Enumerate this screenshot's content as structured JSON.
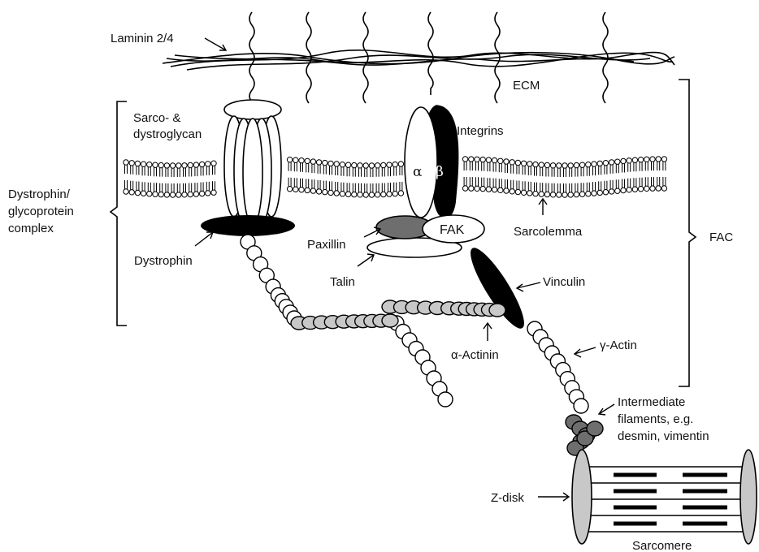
{
  "labels": {
    "laminin": "Laminin 2/4",
    "ecm": "ECM",
    "sarco_line1": "Sarco- &",
    "sarco_line2": "dystroglycan",
    "integrins": "Integrins",
    "alpha": "α",
    "beta": "β",
    "dgc_line1": "Dystrophin/",
    "dgc_line2": "glycoprotein",
    "dgc_line3": "complex",
    "dystrophin": "Dystrophin",
    "paxillin": "Paxillin",
    "fak": "FAK",
    "talin": "Talin",
    "sarcolemma": "Sarcolemma",
    "fac": "FAC",
    "vinculin": "Vinculin",
    "alpha_actinin": "α-Actinin",
    "gamma_actin": "γ-Actin",
    "if_line1": "Intermediate",
    "if_line2": "filaments, e.g.",
    "if_line3": "desmin, vimentin",
    "zdisk": "Z-disk",
    "sarcomere": "Sarcomere"
  },
  "colors": {
    "line": "#000000",
    "dark_fill": "#000000",
    "mid_fill": "#6e6e6e",
    "light_fill": "#c8c8c8",
    "white_fill": "#ffffff"
  }
}
